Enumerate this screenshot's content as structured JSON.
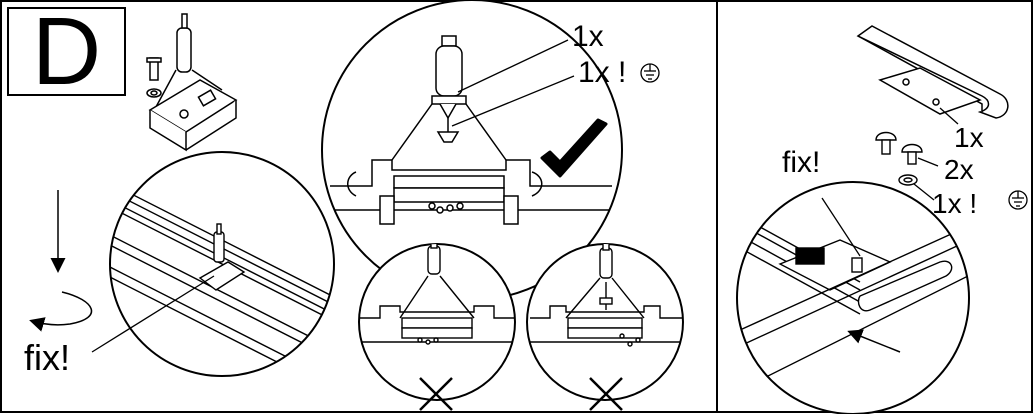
{
  "step_letter": "D",
  "labels": {
    "qty_1x": "1x",
    "qty_1x_earth": "1x !",
    "fix_left": "fix!",
    "fix_right": "fix!",
    "qty_1x_cap": "1x",
    "qty_2x": "2x",
    "qty_1x_earth_right": "1x !"
  },
  "icons": [
    "earth-symbol-icon",
    "checkmark-icon",
    "cross-icon",
    "rotate-arrow-icon",
    "down-arrow-icon"
  ]
}
